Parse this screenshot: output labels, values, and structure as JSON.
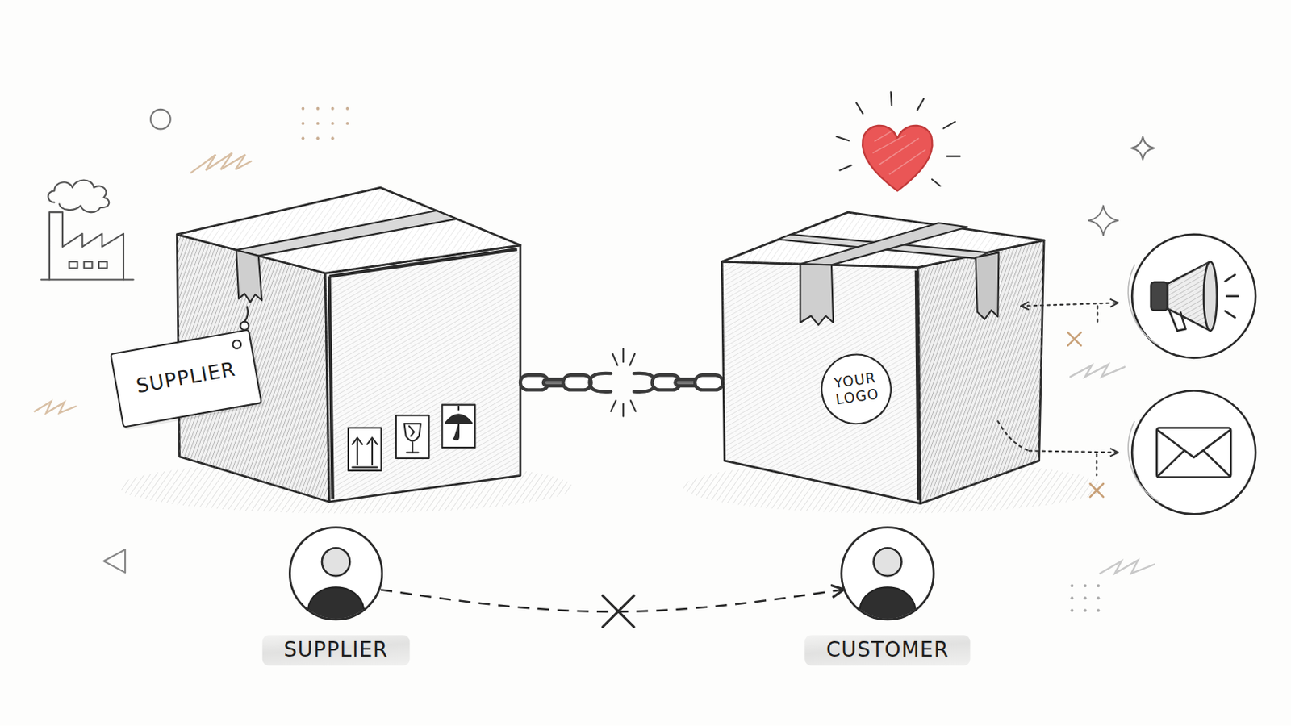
{
  "diagram": {
    "nodes": [
      {
        "text": [
          "SUPPLIER"
        ]
      },
      {
        "text": [
          "YOUR LOGO"
        ]
      },
      {
        "text": [
          "SUPPLIER"
        ]
      },
      {
        "text": [
          "CUSTOMER"
        ]
      }
    ],
    "edges": [
      {
        "from": 2,
        "to": 3,
        "arrow": "to"
      }
    ]
  }
}
